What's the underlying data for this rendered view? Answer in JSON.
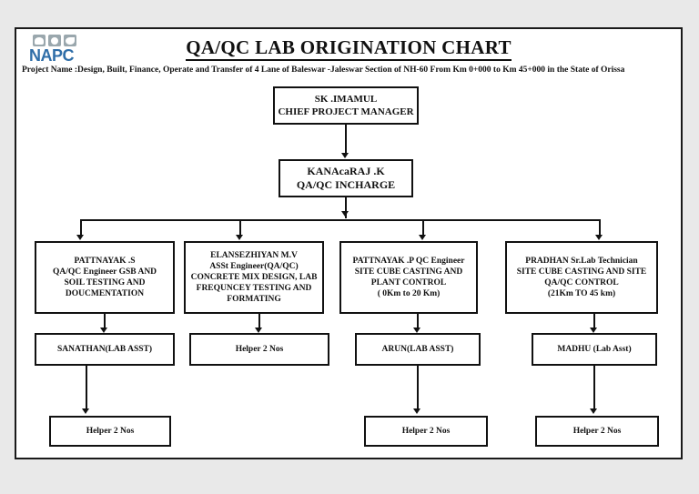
{
  "document": {
    "title": "QA/QC  LAB ORIGINATION  CHART",
    "project_name": "Project Name :Design, Built, Finance, Operate and Transfer of 4 Lane of Baleswar -Jaleswar Section of  NH-60 From Km 0+000 to Km 45+000 in the State of Orissa",
    "logo_text": "NAPC",
    "logo_color": "#2f6ea8",
    "border_color": "#111111",
    "background": "#ffffff"
  },
  "chart_data": {
    "type": "diagram",
    "diagram_type": "organization-chart",
    "orientation": "top-down",
    "nodes": [
      {
        "id": "cpm",
        "tier": 1,
        "lines": [
          "SK .IMAMUL",
          "CHIEF PROJECT MANAGER"
        ]
      },
      {
        "id": "qaqc-incharge",
        "tier": 2,
        "lines": [
          "KANAcaRAJ .K",
          "QA/QC INCHARGE"
        ]
      },
      {
        "id": "role-1",
        "tier": 3,
        "lines": [
          "PATTNAYAK .S",
          "QA/QC Engineer  GSB AND",
          "SOIL TESTING  AND",
          "DOUCMENTATION"
        ]
      },
      {
        "id": "role-2",
        "tier": 3,
        "lines": [
          "ELANSEZHIYAN M.V",
          "ASSt Engineer(QA/QC)",
          "CONCRETE MIX DESIGN, LAB",
          "FREQUNCEY TESTING AND",
          "FORMATING"
        ]
      },
      {
        "id": "role-3",
        "tier": 3,
        "lines": [
          "PATTNAYAK .P  QC Engineer",
          "SITE CUBE CASTING AND",
          "PLANT CONTROL",
          "( 0Km  to 20 Km)"
        ]
      },
      {
        "id": "role-4",
        "tier": 3,
        "lines": [
          "PRADHAN  Sr.Lab Technician",
          "SITE CUBE CASTING AND SITE",
          "QA/QC CONTROL",
          "(21Km TO 45 km)"
        ]
      },
      {
        "id": "asst-1",
        "tier": 4,
        "lines": [
          "SANATHAN(LAB ASST)"
        ]
      },
      {
        "id": "asst-2",
        "tier": 4,
        "lines": [
          "Helper 2 Nos"
        ]
      },
      {
        "id": "asst-3",
        "tier": 4,
        "lines": [
          "ARUN(LAB ASST)"
        ]
      },
      {
        "id": "asst-4",
        "tier": 4,
        "lines": [
          "MADHU (Lab Asst)"
        ]
      },
      {
        "id": "helper-1",
        "tier": 5,
        "lines": [
          "Helper 2 Nos"
        ]
      },
      {
        "id": "helper-3",
        "tier": 5,
        "lines": [
          "Helper 2 Nos"
        ]
      },
      {
        "id": "helper-4",
        "tier": 5,
        "lines": [
          "Helper 2 Nos"
        ]
      }
    ],
    "edges": [
      {
        "from": "cpm",
        "to": "qaqc-incharge"
      },
      {
        "from": "qaqc-incharge",
        "to": "role-1"
      },
      {
        "from": "qaqc-incharge",
        "to": "role-2"
      },
      {
        "from": "qaqc-incharge",
        "to": "role-3"
      },
      {
        "from": "qaqc-incharge",
        "to": "role-4"
      },
      {
        "from": "role-1",
        "to": "asst-1"
      },
      {
        "from": "role-2",
        "to": "asst-2"
      },
      {
        "from": "role-3",
        "to": "asst-3"
      },
      {
        "from": "role-4",
        "to": "asst-4"
      },
      {
        "from": "asst-1",
        "to": "helper-1"
      },
      {
        "from": "asst-3",
        "to": "helper-3"
      },
      {
        "from": "asst-4",
        "to": "helper-4"
      }
    ]
  }
}
